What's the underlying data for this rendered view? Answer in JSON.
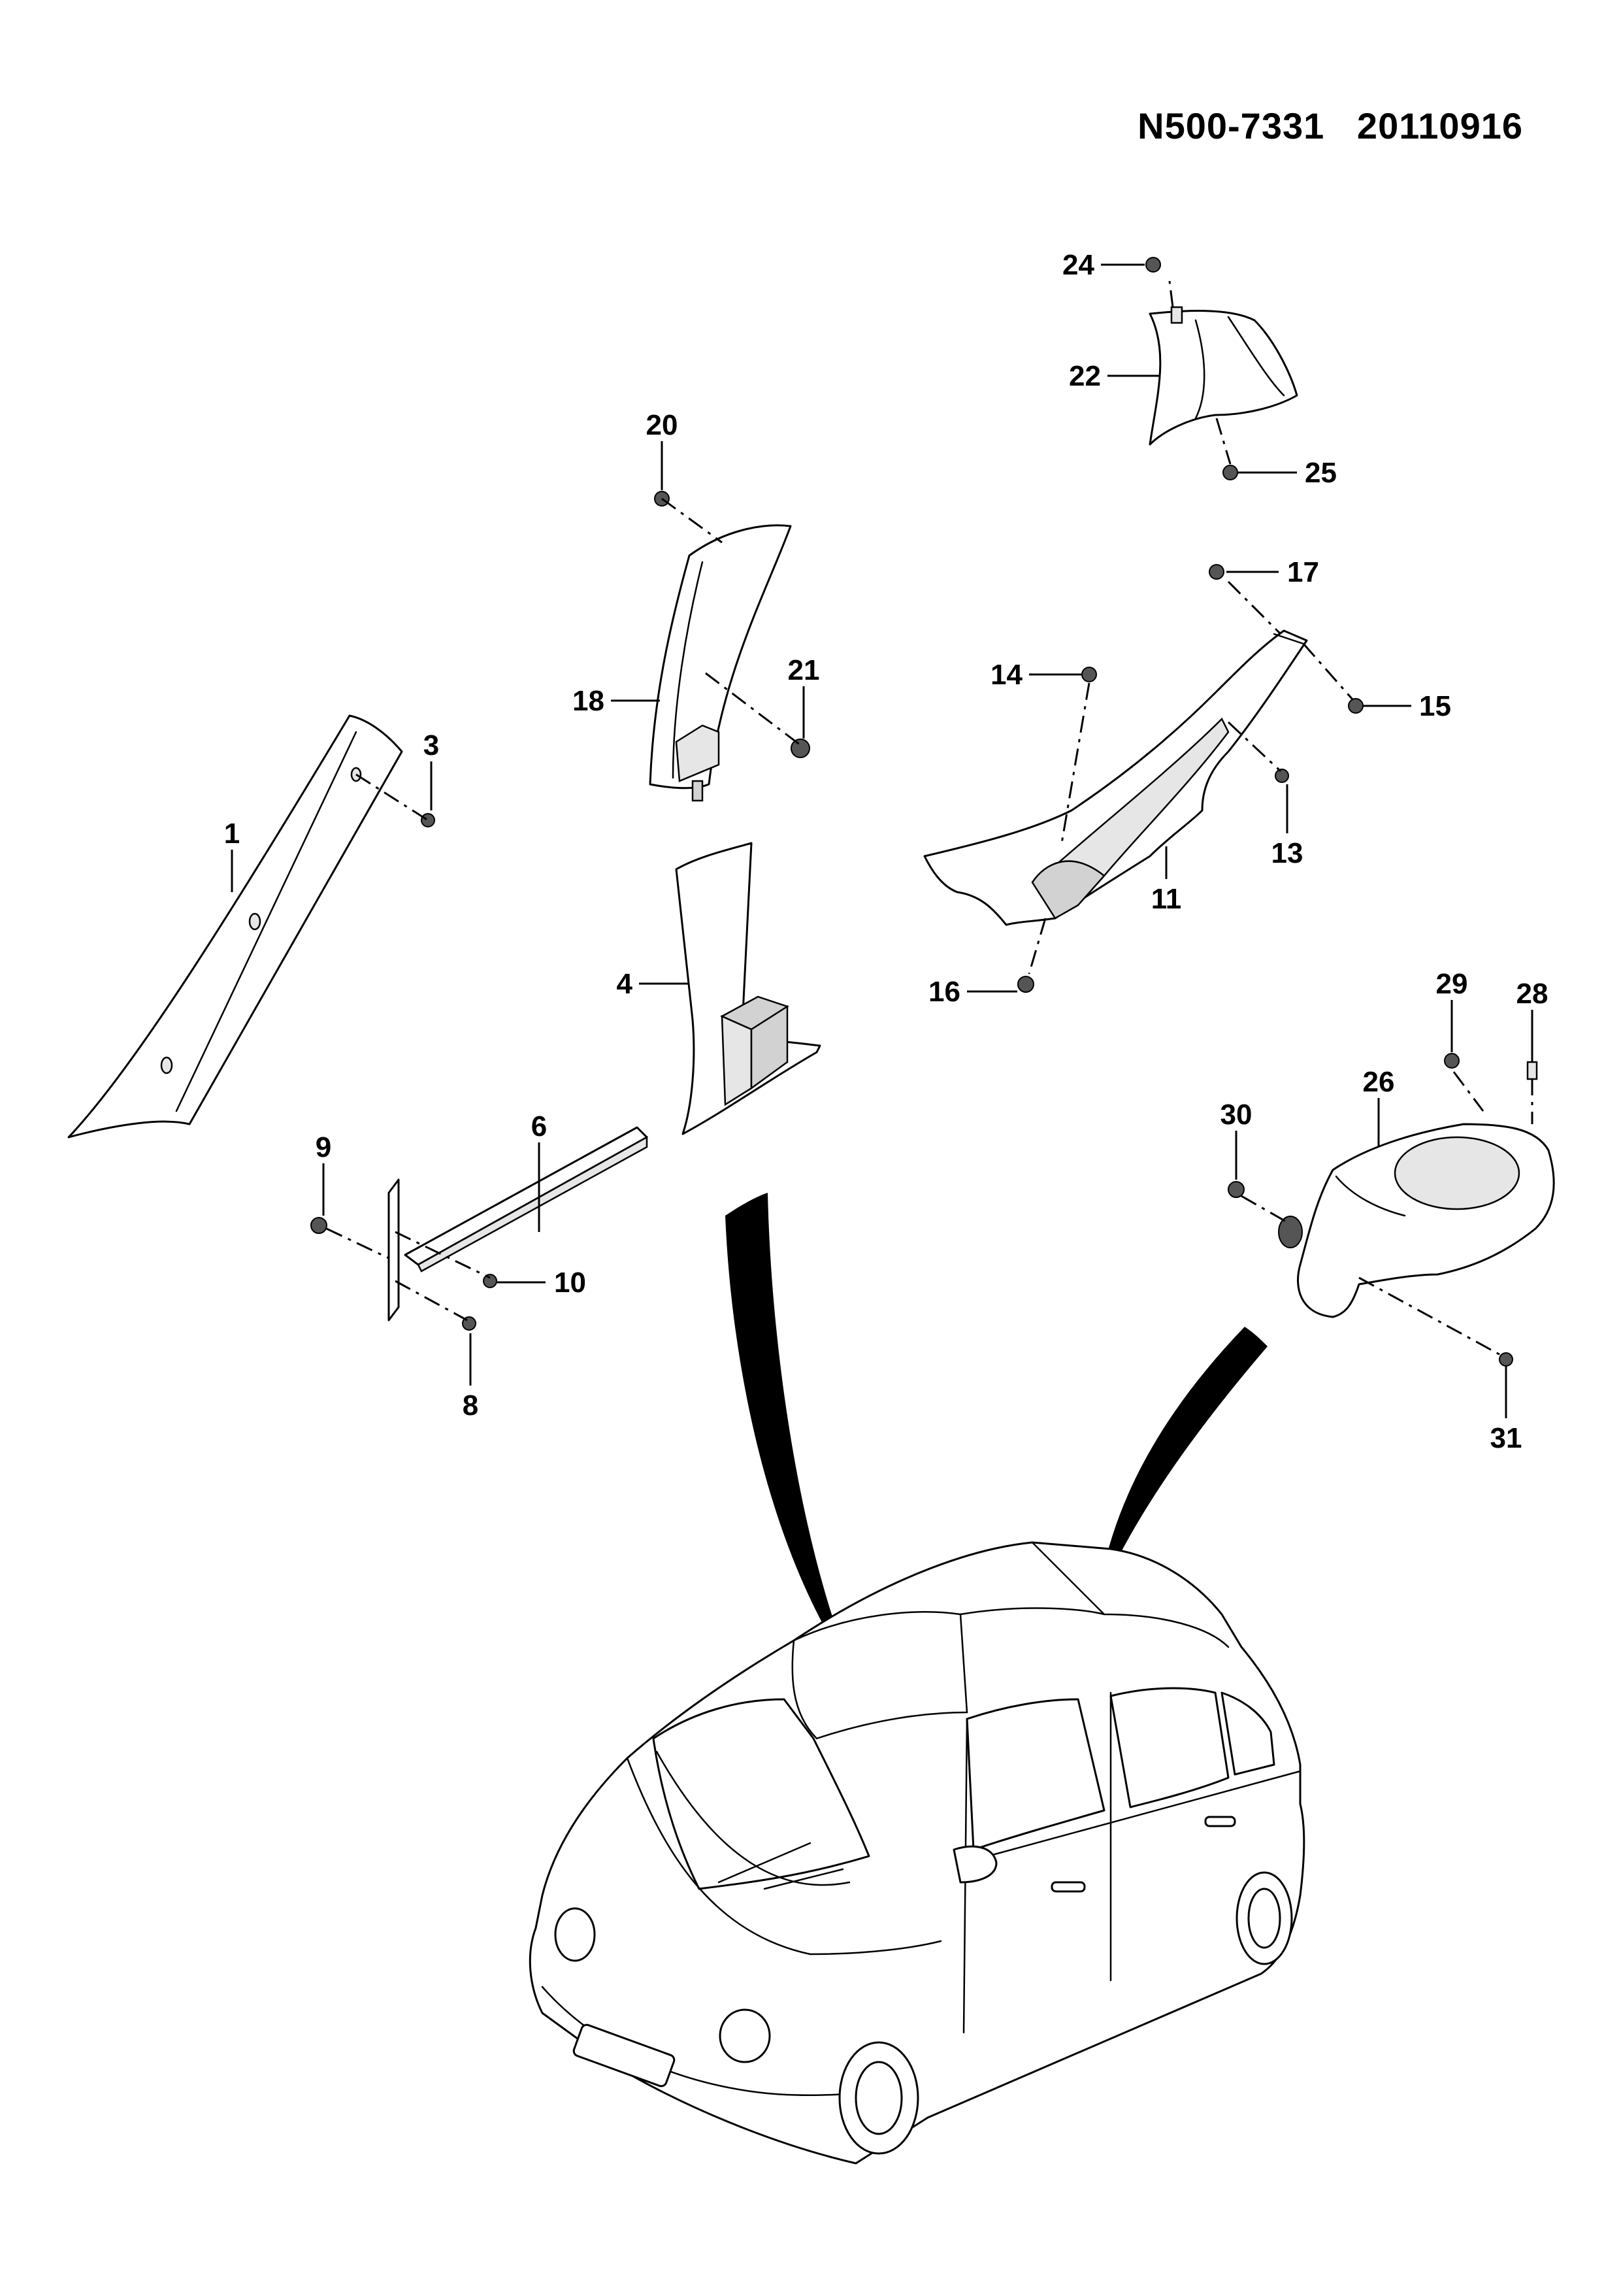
{
  "document": {
    "code": "N500-7331   20110916"
  },
  "callouts": [
    {
      "id": "c1",
      "label": "1"
    },
    {
      "id": "c3",
      "label": "3"
    },
    {
      "id": "c4",
      "label": "4"
    },
    {
      "id": "c6",
      "label": "6"
    },
    {
      "id": "c8",
      "label": "8"
    },
    {
      "id": "c9",
      "label": "9"
    },
    {
      "id": "c10",
      "label": "10"
    },
    {
      "id": "c11",
      "label": "11"
    },
    {
      "id": "c13",
      "label": "13"
    },
    {
      "id": "c14",
      "label": "14"
    },
    {
      "id": "c15",
      "label": "15"
    },
    {
      "id": "c16",
      "label": "16"
    },
    {
      "id": "c17",
      "label": "17"
    },
    {
      "id": "c18",
      "label": "18"
    },
    {
      "id": "c20",
      "label": "20"
    },
    {
      "id": "c21",
      "label": "21"
    },
    {
      "id": "c22",
      "label": "22"
    },
    {
      "id": "c24",
      "label": "24"
    },
    {
      "id": "c25",
      "label": "25"
    },
    {
      "id": "c26",
      "label": "26"
    },
    {
      "id": "c28",
      "label": "28"
    },
    {
      "id": "c29",
      "label": "29"
    },
    {
      "id": "c30",
      "label": "30"
    },
    {
      "id": "c31",
      "label": "31"
    }
  ]
}
